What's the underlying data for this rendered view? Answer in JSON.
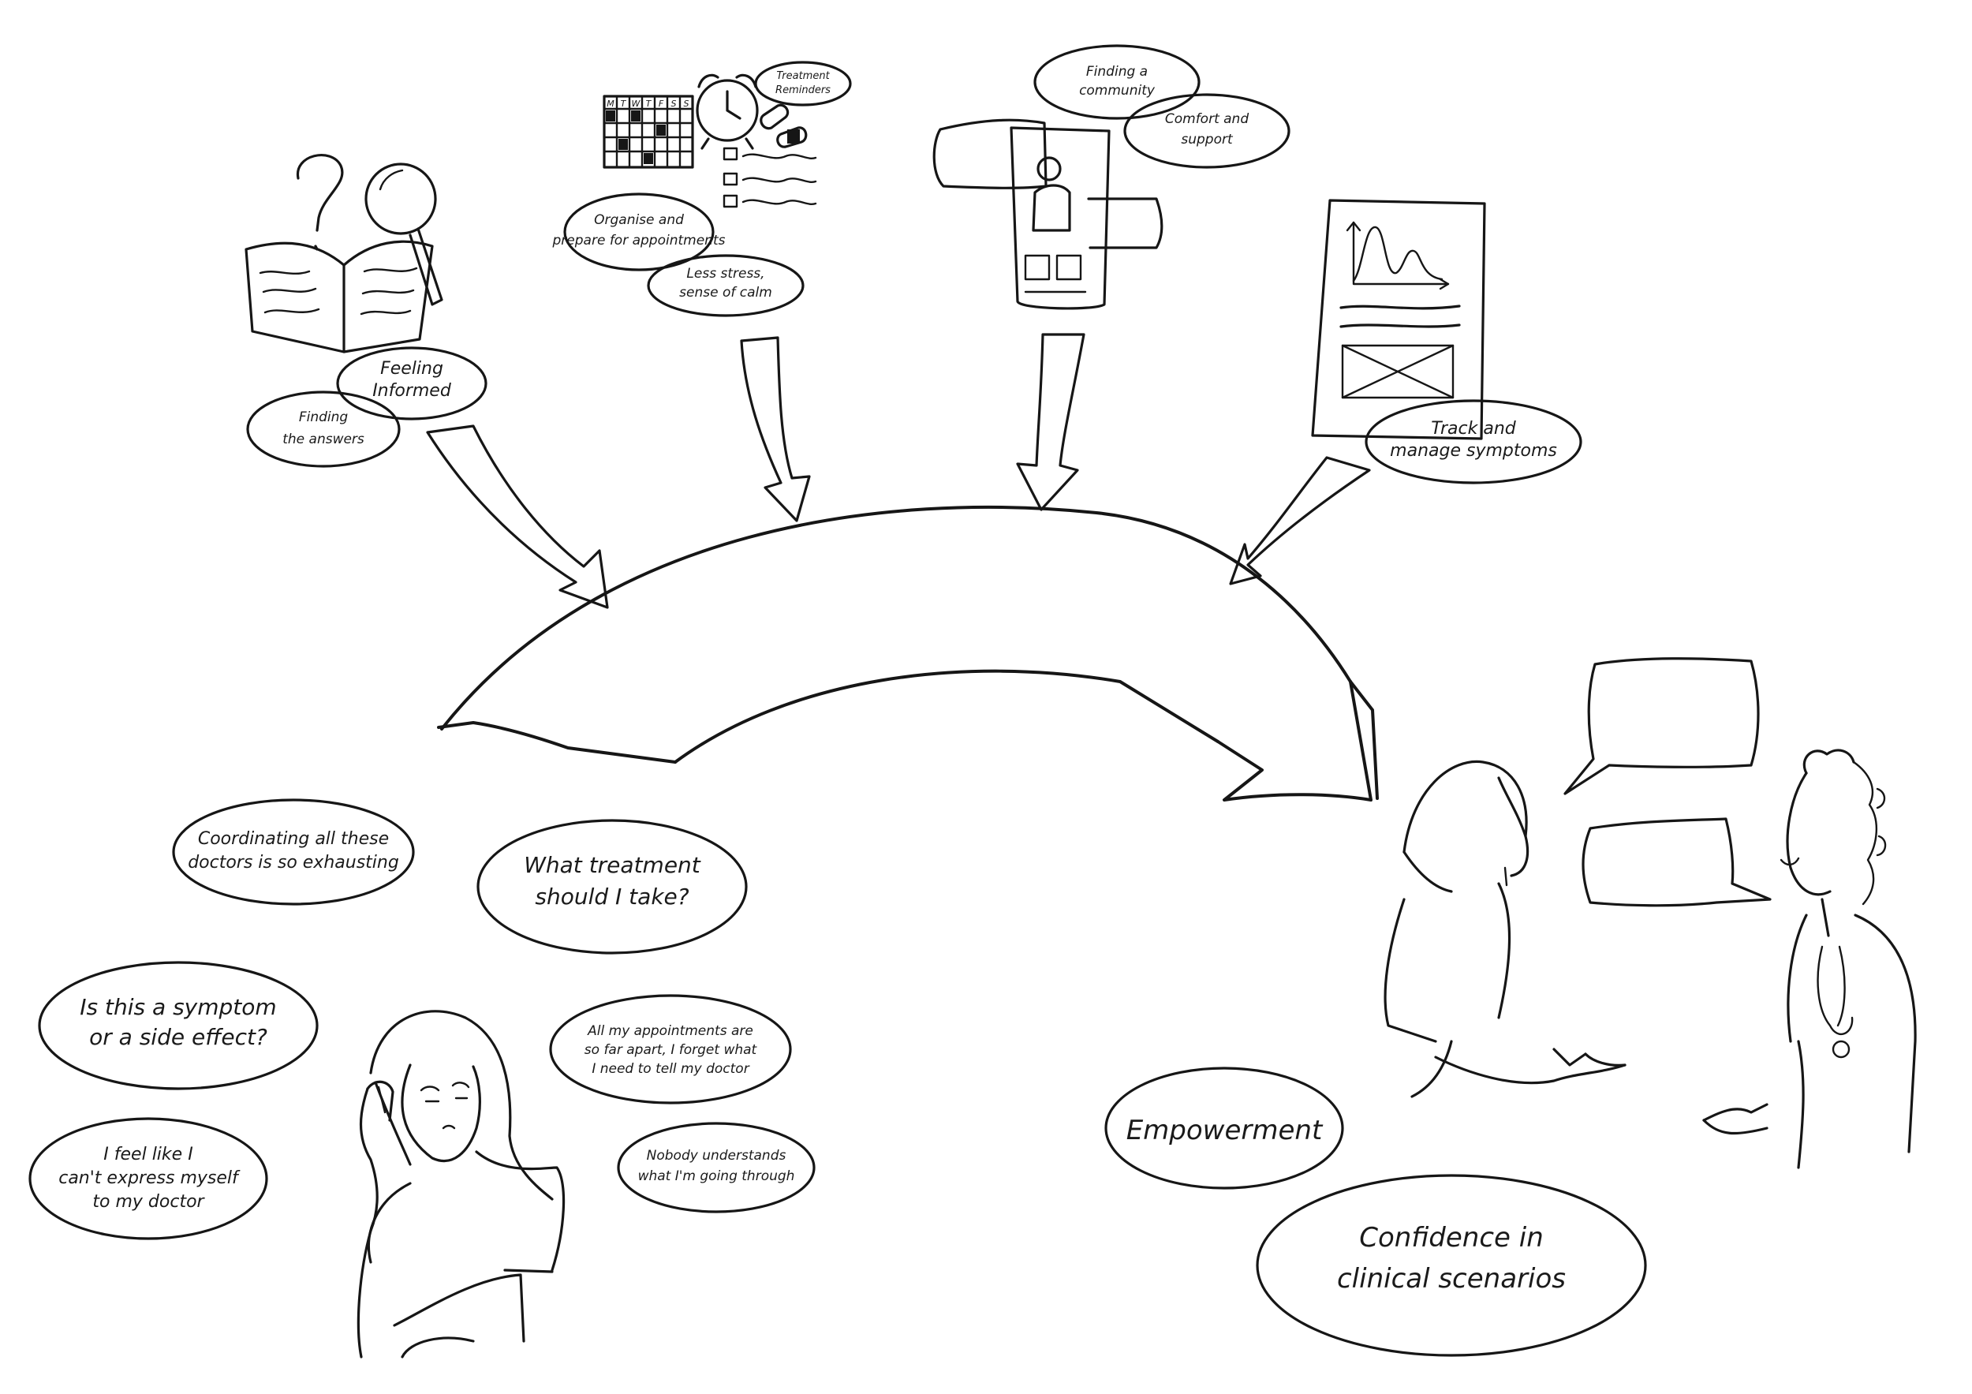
{
  "benefits": {
    "informed": {
      "line1": "Feeling",
      "line2": "Informed"
    },
    "answers": {
      "line1": "Finding",
      "line2": "the answers"
    },
    "reminders": {
      "line1": "Treatment",
      "line2": "Reminders"
    },
    "organise": {
      "line1": "Organise and",
      "line2": "prepare for appointments"
    },
    "calm": {
      "line1": "Less stress,",
      "line2": "sense of calm"
    },
    "community": {
      "line1": "Finding a",
      "line2": "community"
    },
    "comfort": {
      "line1": "Comfort and",
      "line2": "support"
    },
    "symptoms": {
      "line1": "Track and",
      "line2": "manage symptoms"
    }
  },
  "calendar": {
    "days": [
      "M",
      "T",
      "W",
      "T",
      "F",
      "S",
      "S"
    ]
  },
  "concerns": {
    "coordinating": {
      "line1": "Coordinating all these",
      "line2": "doctors is so exhausting"
    },
    "treatment": {
      "line1": "What treatment",
      "line2": "should I take?"
    },
    "symptom": {
      "line1": "Is this a symptom",
      "line2": "or a side effect?"
    },
    "appointments": {
      "line1": "All my appointments are",
      "line2": "so far apart, I forget what",
      "line3": "I need to tell my doctor"
    },
    "express": {
      "line1": "I feel like I",
      "line2": "can't express myself",
      "line3": "to my doctor"
    },
    "nobody": {
      "line1": "Nobody understands",
      "line2": "what I'm going through"
    }
  },
  "outcomes": {
    "empowerment": "Empowerment",
    "confidence": {
      "line1": "Confidence    in",
      "line2": "clinical    scenarios"
    }
  }
}
